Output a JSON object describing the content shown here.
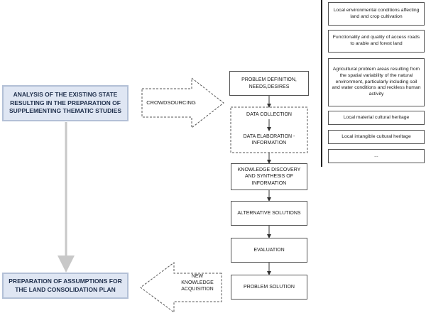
{
  "left": {
    "analysis": "ANALYSIS OF THE EXISTING STATE RESULTING IN THE PREPARATION OF SUPPLEMENTING THEMATIC STUDIES",
    "preparation": "PREPARATION OF ASSUMPTIONS FOR THE LAND CONSOLIDATION PLAN"
  },
  "arrows": {
    "crowdsourcing": "CROWDSOURCING",
    "new_knowledge": "NEW KNOWLEDGE ACQUISITION"
  },
  "flow": {
    "problem_definition": "PROBLEM DEFINITION, NEEDS,DESIRES",
    "data_collection": "DATA COLLECTION",
    "data_elaboration": "DATA ELABORATION - INFORMATION",
    "knowledge_discovery": "KNOWLEDGE DISCOVERY AND SYNTHESIS OF INFORMATION",
    "alternative_solutions": "ALTERNATIVE SOLUTIONS",
    "evaluation": "EVALUATION",
    "problem_solution": "PROBLEM SOLUTION"
  },
  "right": [
    "Local environmental conditions affecting land and crop cultivation",
    "Functionality and quality of access roads to arable and forest land",
    "Agricultural problem areas resulting from the spatial variability of the natural environment, particularly including soil and water conditions and reckless human activity",
    "Local material cultural heritage",
    "Local intangible cultural heritage",
    "..."
  ]
}
